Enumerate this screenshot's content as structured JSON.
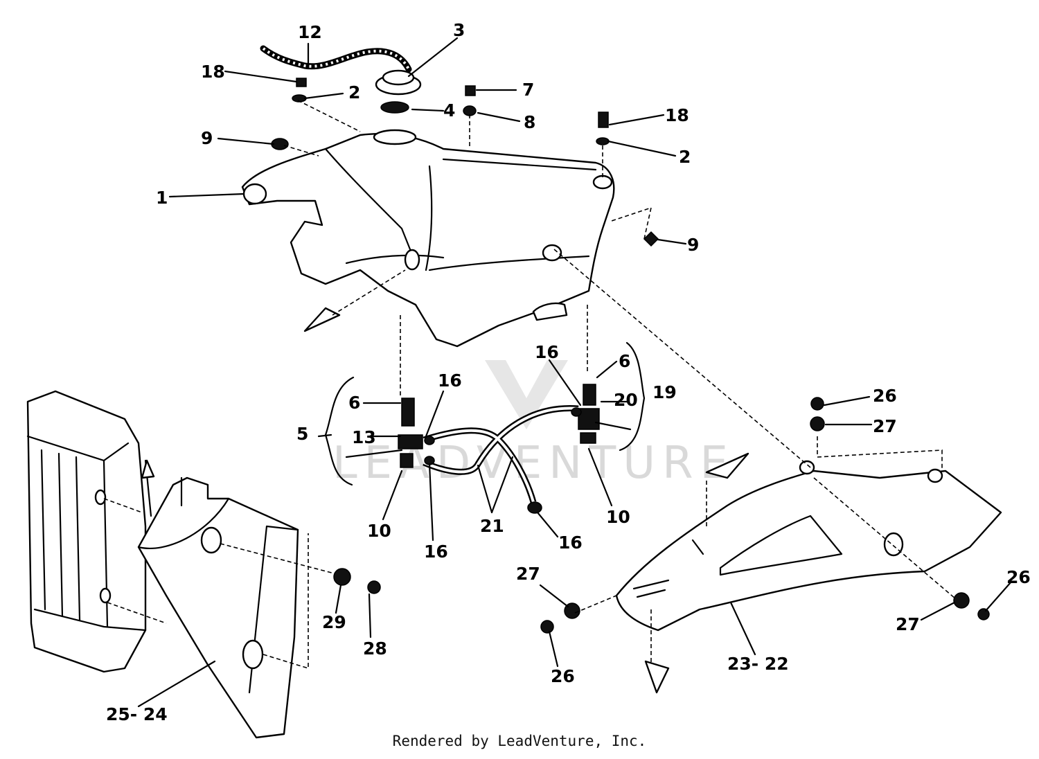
{
  "watermark": {
    "text": "LEADVENTURE"
  },
  "footer": {
    "credit": "Rendered by LeadVenture, Inc."
  },
  "callouts": [
    "12",
    "3",
    "18",
    "2",
    "4",
    "7",
    "8",
    "18",
    "2",
    "9",
    "1",
    "9",
    "16",
    "6",
    "20",
    "19",
    "6",
    "16",
    "5",
    "13",
    "10",
    "21",
    "16",
    "10",
    "16",
    "26",
    "27",
    "27",
    "26",
    "26",
    "27",
    "23- 22",
    "29",
    "28",
    "25- 24"
  ],
  "colors": {
    "ink": "#000000",
    "watermark": "#d9d9d9",
    "background": "#ffffff"
  }
}
